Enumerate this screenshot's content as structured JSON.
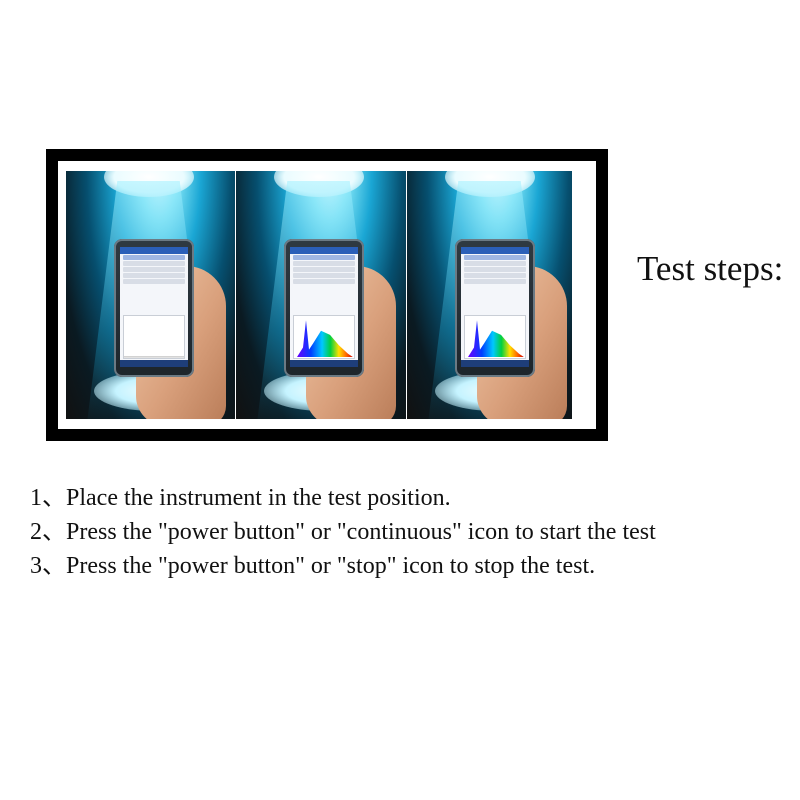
{
  "heading": "Test steps:",
  "steps": [
    "1、Place the instrument in the test position.",
    "2、Press the \"power button\" or \"continuous\" icon to start the test",
    "3、Press the \"power button\" or \"stop\" icon to stop the test."
  ],
  "photos": [
    {
      "label": "photo-before-test",
      "spectrum_shown": false
    },
    {
      "label": "photo-testing",
      "spectrum_shown": true
    },
    {
      "label": "photo-test-stopped",
      "spectrum_shown": true
    }
  ]
}
